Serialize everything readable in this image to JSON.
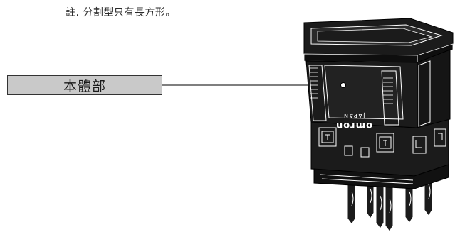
{
  "note": "註. 分割型只有長方形。",
  "callout": {
    "label": "本體部"
  },
  "product": {
    "brand_left": "omron",
    "brand_right": "JAPAN"
  },
  "colors": {
    "body": "#1b1b1b",
    "label_fill": "#c9c9c9",
    "line": "#333333"
  }
}
